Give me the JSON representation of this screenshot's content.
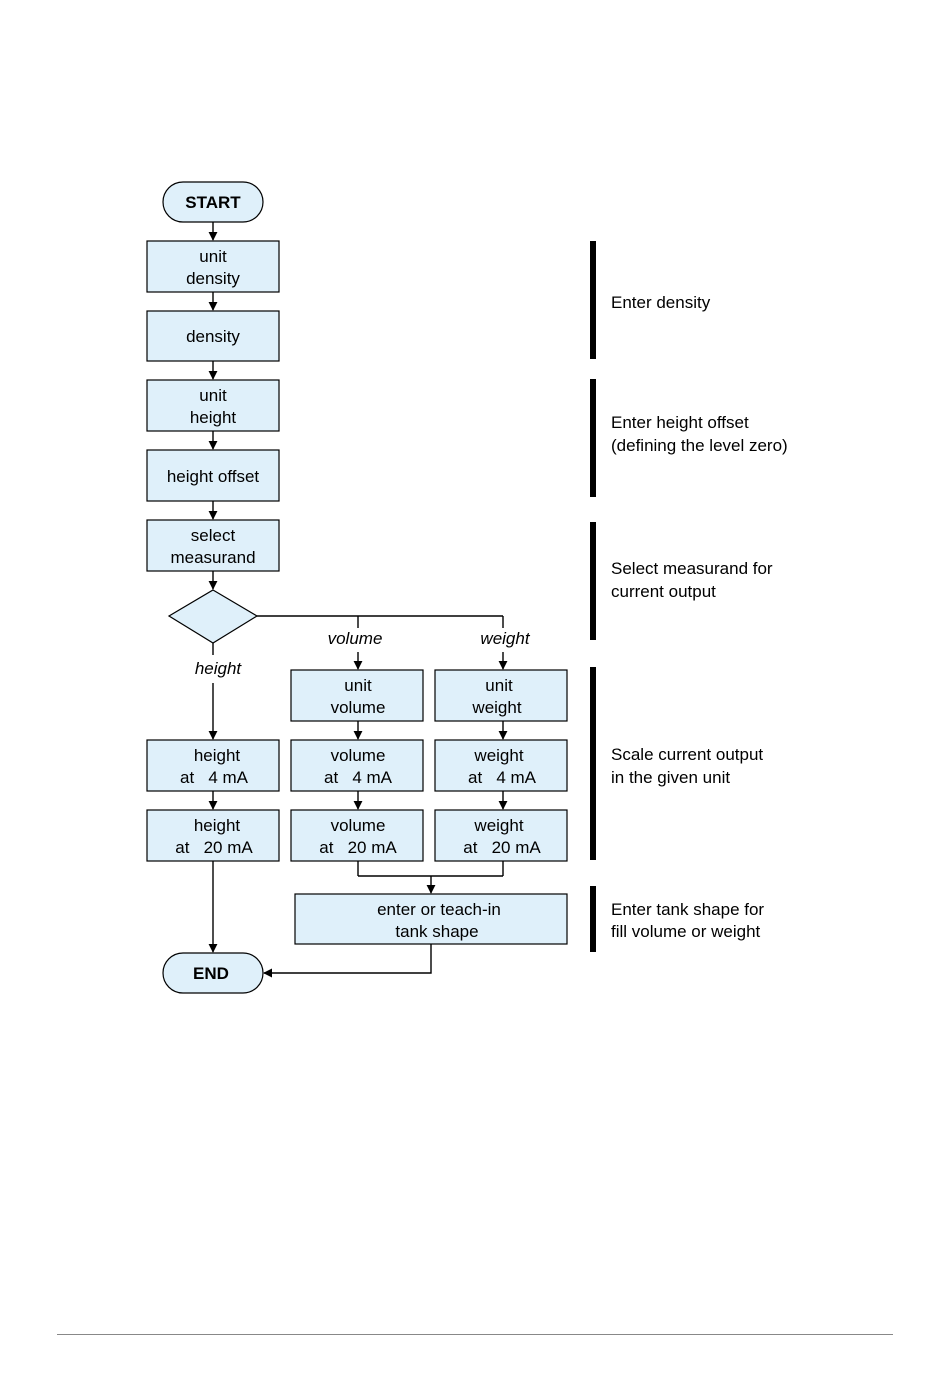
{
  "flowchart": {
    "start": "START",
    "end": "END",
    "steps": {
      "unit_density": [
        "unit",
        "density"
      ],
      "density": [
        "density"
      ],
      "unit_height": [
        "unit",
        "height"
      ],
      "height_offset": [
        "height offset"
      ],
      "select_measurand": [
        "select",
        "measurand"
      ],
      "unit_volume": [
        "unit",
        "volume"
      ],
      "unit_weight": [
        "unit",
        "weight"
      ],
      "height_4ma": [
        "height",
        "at   4 mA"
      ],
      "volume_4ma": [
        "volume",
        "at   4 mA"
      ],
      "weight_4ma": [
        "weight",
        "at   4 mA"
      ],
      "height_20ma": [
        "height",
        "at   20 mA"
      ],
      "volume_20ma": [
        "volume",
        "at   20 mA"
      ],
      "weight_20ma": [
        "weight",
        "at   20 mA"
      ],
      "tank_shape": [
        "enter or teach-in",
        "tank shape"
      ]
    },
    "branches": {
      "height": "height",
      "volume": "volume",
      "weight": "weight"
    }
  },
  "annotations": [
    {
      "id": "enter-density",
      "lines": [
        "Enter density"
      ]
    },
    {
      "id": "enter-height-offset",
      "lines": [
        "Enter height offset",
        "(defining the level zero)"
      ]
    },
    {
      "id": "select-measurand",
      "lines": [
        "Select measurand for",
        "current output"
      ]
    },
    {
      "id": "scale-output",
      "lines": [
        "Scale current output",
        "in the given unit"
      ]
    },
    {
      "id": "tank-shape",
      "lines": [
        "Enter tank shape for",
        "fill volume or weight"
      ]
    }
  ]
}
